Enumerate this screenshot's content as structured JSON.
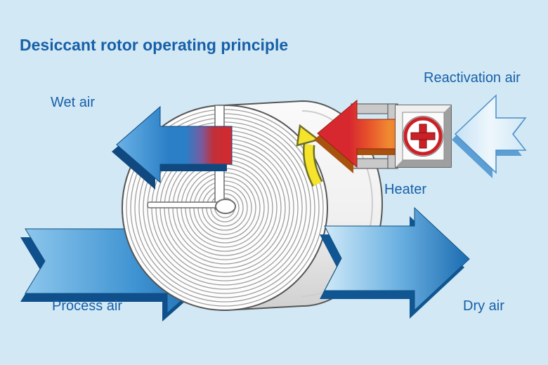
{
  "title": "Desiccant rotor operating principle",
  "labels": {
    "wet_air": "Wet air",
    "reactivation_air": "Reactivation air",
    "heater": "Heater",
    "process_air": "Process air",
    "dry_air": "Dry air"
  },
  "icons": {
    "rotation_arrow": "curved-yellow-arrow-counterclockwise",
    "heater_cross": "red-plus-in-white-circle"
  },
  "colors": {
    "background": "#d2e8f5",
    "heading_text": "#1760a8",
    "label_text": "#1760a8",
    "process_air_blue": "#2e7fc2",
    "dry_air_blue": "#1d6db2",
    "wet_air_blue": "#2b7fc6",
    "hot_air_red": "#d7282f",
    "hot_air_orange": "#ef7f2c",
    "reactivation_light_blue": "#cfe7f7",
    "rotation_yellow": "#f6e32b",
    "heater_cross_red": "#cc2027",
    "rotor_white": "#fdfdfd",
    "rotor_ring_gray": "#9e9e9e"
  }
}
